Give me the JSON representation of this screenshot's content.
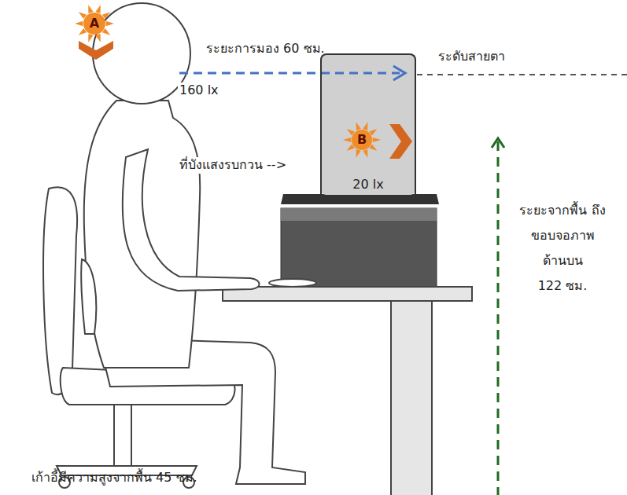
{
  "diagram": {
    "nodes": [
      {
        "text": [
          "A"
        ]
      },
      {
        "text": [
          "20 lx"
        ]
      },
      {
        "text": [
          "B"
        ],
        "in": 1
      }
    ],
    "labels": [
      "ระยะการมอง 60 ซม.",
      "160 lx",
      "ระดับสายตา",
      "ที่บังแสงรบกวน -->",
      "ระยะจากพื้น ถึงขอบจอภาพ ด้านบน",
      "122 ซม.",
      "เก้าอี้มีความสูงจากพื้น 45 ซม."
    ]
  }
}
